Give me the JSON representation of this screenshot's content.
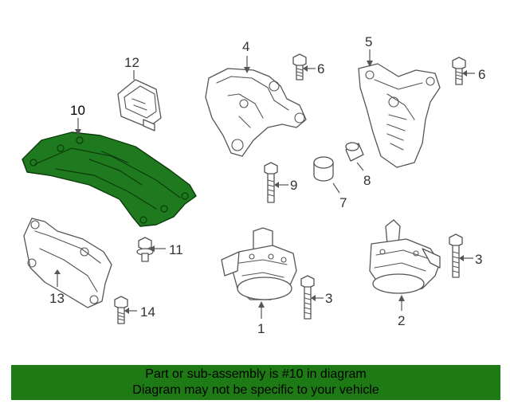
{
  "colors": {
    "highlight_part": "#1f7a1f",
    "banner_background": "#1e7a14",
    "line_art": "#555555"
  },
  "callouts": {
    "c1": "1",
    "c2": "2",
    "c3a": "3",
    "c3b": "3",
    "c4": "4",
    "c5": "5",
    "c6a": "6",
    "c6b": "6",
    "c7": "7",
    "c8": "8",
    "c9": "9",
    "c10": "10",
    "c11": "11",
    "c12": "12",
    "c13": "13",
    "c14": "14"
  },
  "banner": {
    "line1": "Part or sub-assembly is #10 in diagram",
    "line2": "Diagram may not be specific to your vehicle"
  }
}
